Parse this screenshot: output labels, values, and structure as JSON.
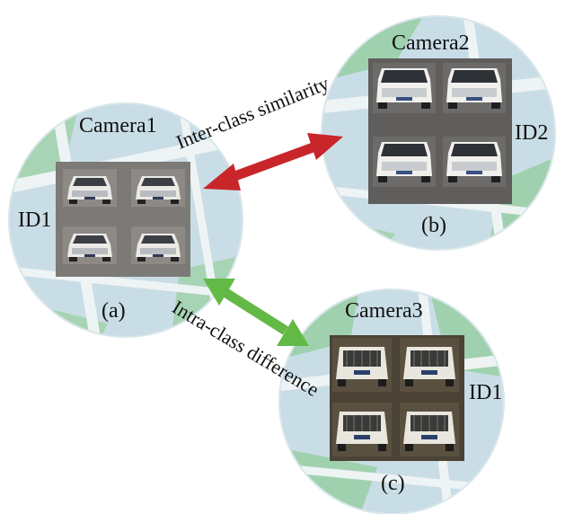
{
  "cameras": [
    {
      "name": "Camera1",
      "id_label": "ID1",
      "panel_label": "(a)"
    },
    {
      "name": "Camera2",
      "id_label": "ID2",
      "panel_label": "(b)"
    },
    {
      "name": "Camera3",
      "id_label": "ID1",
      "panel_label": "(c)"
    }
  ],
  "relations": {
    "inter_class": "Inter-class similarity",
    "intra_class": "Intra-class difference"
  },
  "colors": {
    "map_bg": "#c9dde6",
    "map_green": "#9fd1ae",
    "map_road": "#eef3f4",
    "arrow_inter": "#c8262b",
    "arrow_intra": "#63b946"
  }
}
